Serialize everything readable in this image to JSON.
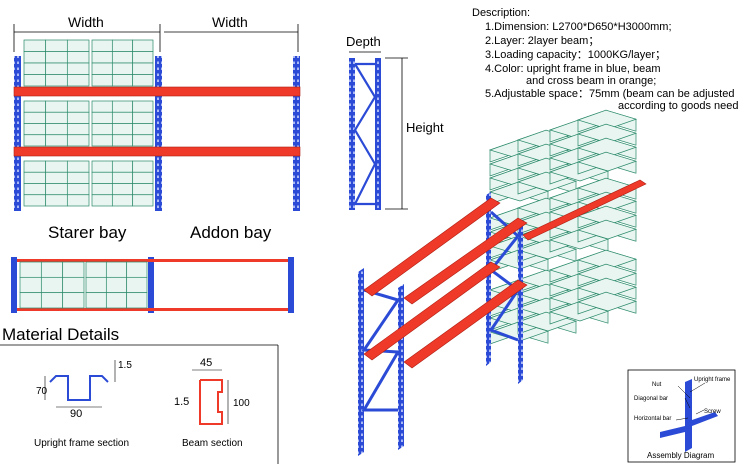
{
  "front_view": {
    "width_label_1": "Width",
    "width_label_2": "Width",
    "starter_label": "Starer bay",
    "addon_label": "Addon bay"
  },
  "side_view": {
    "depth_label": "Depth",
    "height_label": "Height"
  },
  "description": {
    "title": "Description:",
    "lines": [
      "1.Dimension: L2700*D650*H3000mm;",
      "2.Layer: 2layer beam；",
      "3.Loading capacity：1000KG/layer；",
      "4.Color: upright frame in blue, beam",
      "and cross beam in orange;",
      "5.Adjustable space：75mm (beam can be adjusted",
      "according to goods need)"
    ]
  },
  "material": {
    "title": "Material Details",
    "upright_caption": "Upright frame section",
    "upright_dim_height": "70",
    "upright_dim_width": "90",
    "upright_dim_thickness": "1.5",
    "beam_caption": "Beam section",
    "beam_dim_width": "45",
    "beam_dim_height": "100",
    "beam_dim_thickness": "1.5"
  },
  "assembly": {
    "title": "Assembly Diagram",
    "nut": "Nut",
    "upright_frame": "Upright frame",
    "diagonal_bar": "Diagonal bar",
    "screw": "Screw",
    "horizontal_bar": "Horizontal bar"
  },
  "colors": {
    "upright": "#2b4bd6",
    "beam": "#ef3a2a",
    "box": "#e8f5f0",
    "box_line": "#2a8a6a"
  }
}
